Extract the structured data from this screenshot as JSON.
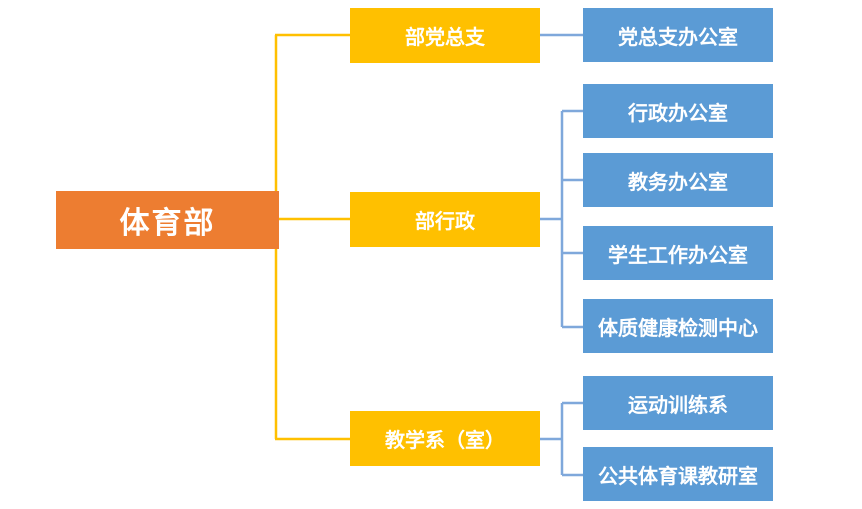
{
  "diagram": {
    "type": "org-chart",
    "background": "#ffffff",
    "colors": {
      "root_fill": "#ED7D31",
      "branch_fill": "#FFC000",
      "leaf_fill": "#5B9BD5",
      "left_connector": "#FFC000",
      "right_connector": "#7FA8DB",
      "text": "#FFFFFF"
    },
    "org": {
      "root": {
        "label": "体育部"
      },
      "branches": [
        {
          "label": "部党总支",
          "children": [
            {
              "label": "党总支办公室"
            }
          ]
        },
        {
          "label": "部行政",
          "children": [
            {
              "label": "行政办公室"
            },
            {
              "label": "教务办公室"
            },
            {
              "label": "学生工作办公室"
            },
            {
              "label": "体质健康检测中心"
            }
          ]
        },
        {
          "label": "教学系（室）",
          "children": [
            {
              "label": "运动训练系"
            },
            {
              "label": "公共体育课教研室"
            }
          ]
        }
      ]
    }
  }
}
